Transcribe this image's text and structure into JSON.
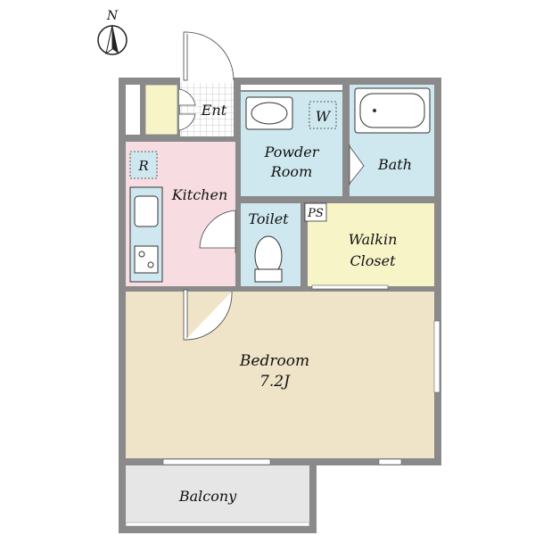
{
  "compass": {
    "label": "N"
  },
  "rooms": {
    "entrance": "Ent",
    "powder_room_line1": "Powder",
    "powder_room_line2": "Room",
    "washer": "W",
    "bath": "Bath",
    "kitchen": "Kitchen",
    "refrigerator": "R",
    "toilet": "Toilet",
    "pipe_space": "PS",
    "walkin_line1": "Walkin",
    "walkin_line2": "Closet",
    "bedroom": "Bedroom",
    "bedroom_size": "7.2J",
    "balcony": "Balcony"
  },
  "colors": {
    "wall": "#8a8a8a",
    "kitchen": "#f7dde2",
    "wet_rooms": "#cfe8ef",
    "closet": "#f7f5c8",
    "bedroom": "#efe4c8",
    "balcony": "#e6e6e6",
    "entrance_tile": "#ffffff"
  }
}
